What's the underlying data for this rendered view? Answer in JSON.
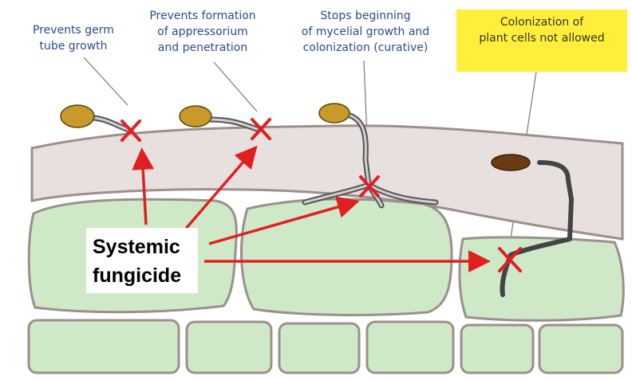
{
  "labels": {
    "germ_tube": [
      "Prevents germ",
      "tube growth"
    ],
    "appressorium": [
      "Prevents formation",
      "of appressorium",
      "and penetration"
    ],
    "mycelial": [
      "Stops beginning",
      "of mycelial growth and",
      "colonization (curative)"
    ],
    "colonization": [
      "Colonization of",
      "plant cells not allowed"
    ]
  },
  "center_label": [
    "Systemic",
    "fungicide"
  ],
  "colors": {
    "cell_fill": "#cfe8c8",
    "cell_stroke": "#9c8f8c",
    "cuticle": "#e8e0df",
    "spore": "#c89a2a",
    "dark_spore": "#6b3b14",
    "arrow": "#e02020",
    "highlight_box": "#ffef3a",
    "label_text": "#2e4a8a"
  }
}
